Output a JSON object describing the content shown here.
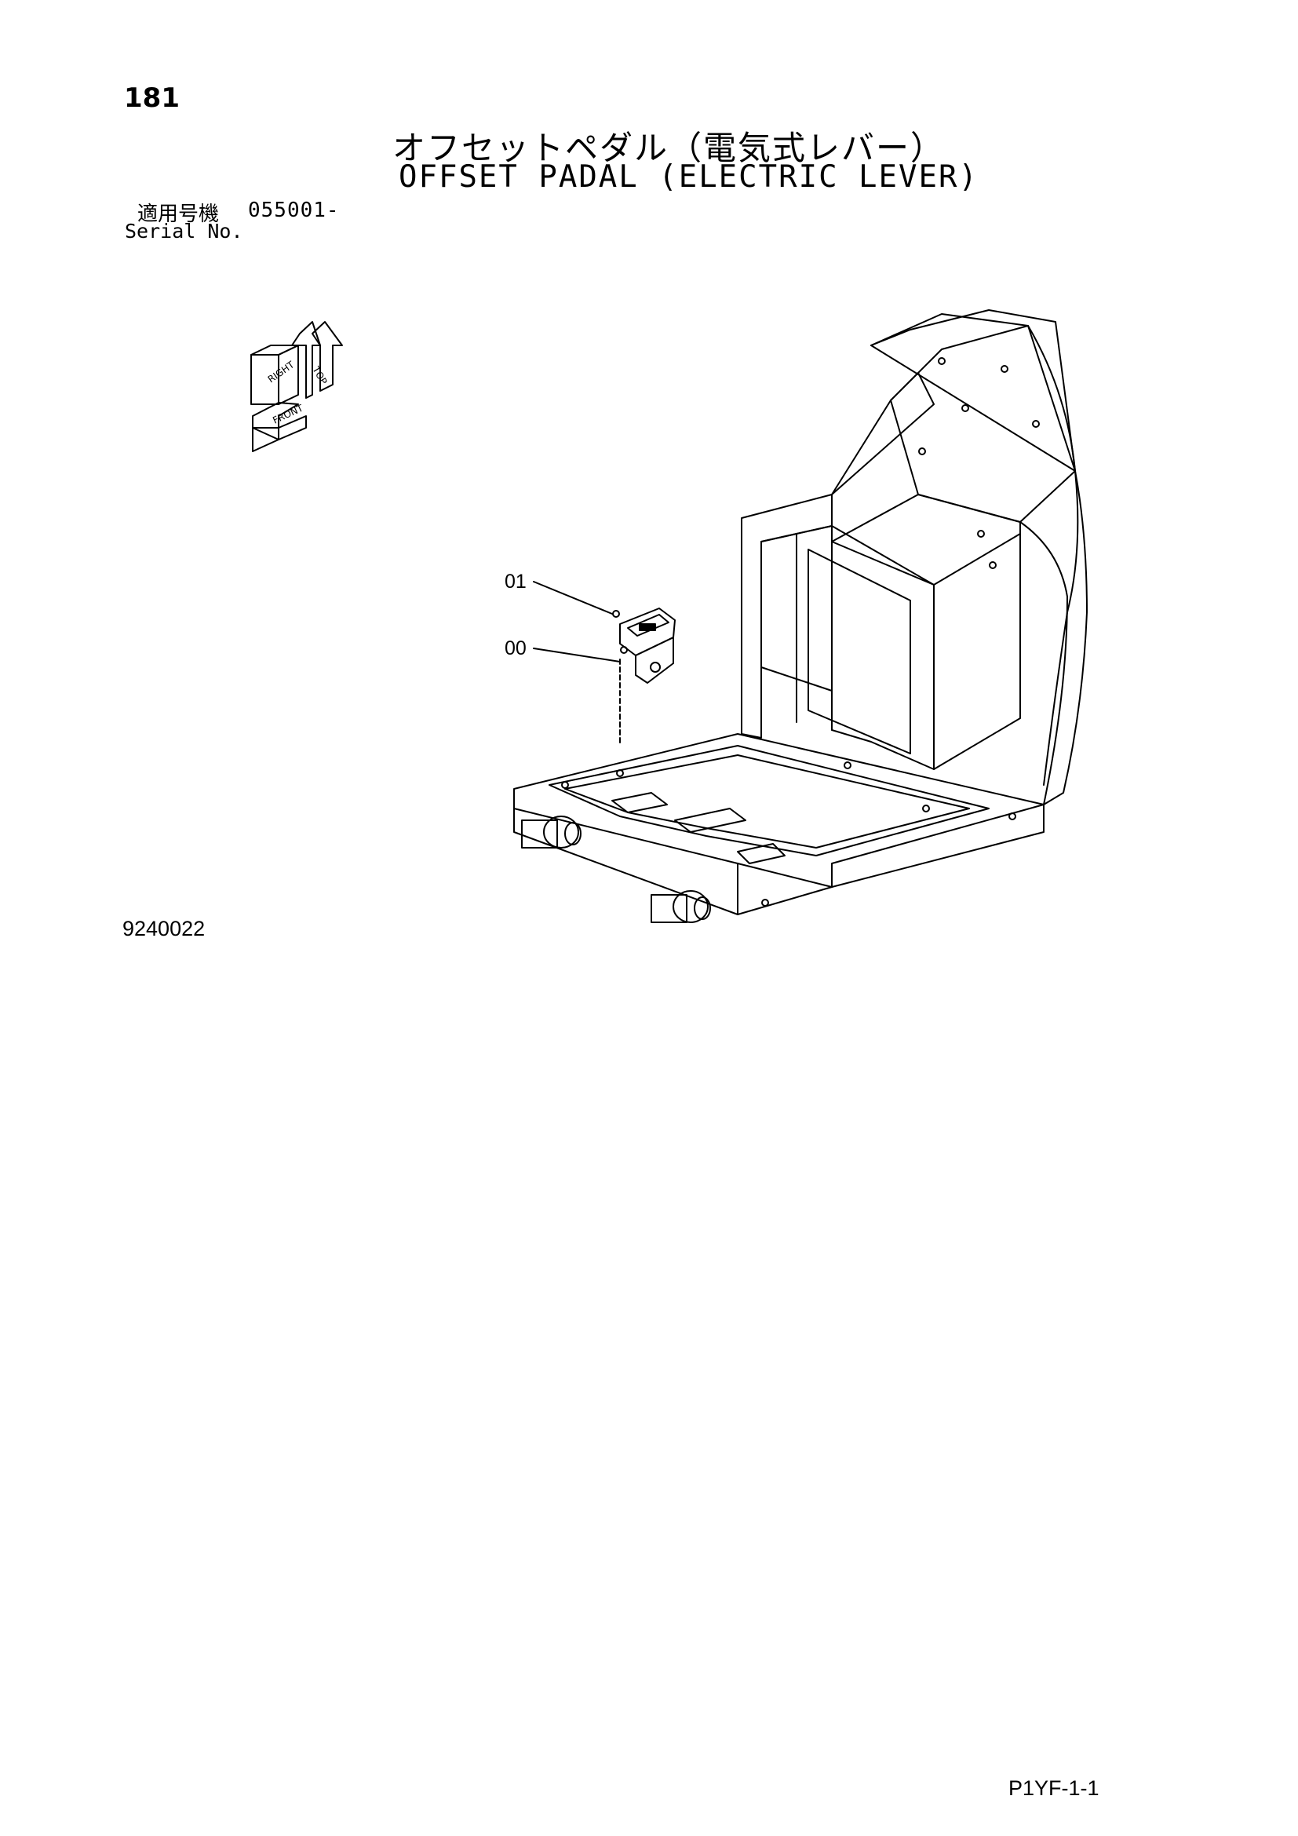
{
  "header": {
    "page_number": "181",
    "title_jp": "オフセットペダル（電気式レバー）",
    "title_en": "OFFSET PADAL (ELECTRIC LEVER)"
  },
  "serial": {
    "label_jp": "適用号機",
    "range": "055001-",
    "label_en": "Serial No."
  },
  "orientation_icon": {
    "labels": [
      "TOP",
      "RIGHT",
      "FRONT"
    ]
  },
  "callouts": [
    "01",
    "00"
  ],
  "footer": {
    "illustration_code": "9240022",
    "page_ref": "P1YF-1-1"
  }
}
